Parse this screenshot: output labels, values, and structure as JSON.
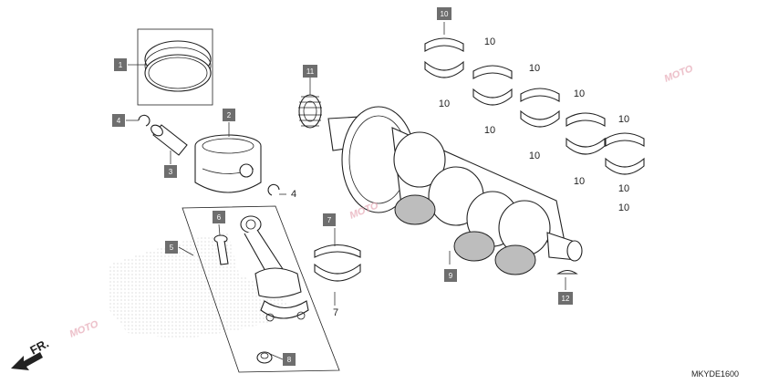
{
  "direction_label": "FR.",
  "diagram_code": "MKYDE1600",
  "watermark_text": "MOTO",
  "parts": {
    "piston_rings": "1",
    "piston": "2",
    "piston_pin": "3",
    "piston_pin_clip_callout": "4",
    "piston_pin_clip_plain": "4",
    "connecting_rod_assy": "5",
    "rod_bolt": "6",
    "rod_bearing_callout": "7",
    "rod_bearing_plain": "7",
    "rod_nut": "8",
    "crankshaft": "9",
    "main_bearing_callout": "10",
    "main_bearing_labels": [
      "10",
      "10",
      "10",
      "10",
      "10",
      "10",
      "10",
      "10",
      "10",
      "10"
    ],
    "primary_drive_gear": "11",
    "woodruff_key": "12"
  },
  "colors": {
    "callout_box": "#6e6e6e",
    "line": "#222222",
    "watermark": "#e6a9b6"
  }
}
